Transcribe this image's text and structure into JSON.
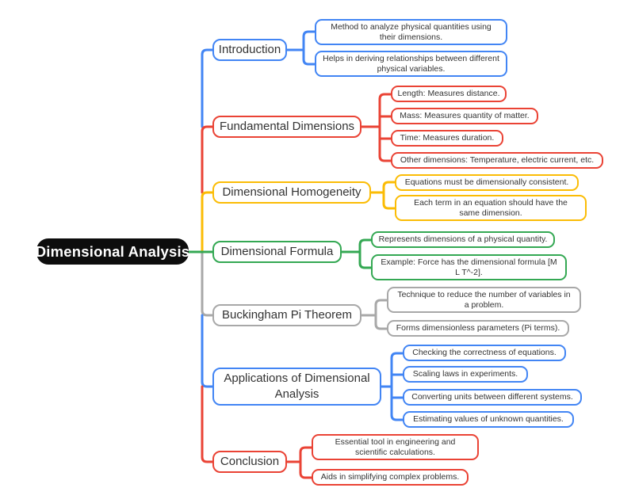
{
  "palette": {
    "blue": "#4285F4",
    "red": "#EA4335",
    "yellow": "#FBBC05",
    "green": "#34A853",
    "gray": "#A8A8A8",
    "text": "#333333",
    "root-bg": "#0d0d0d",
    "root-text": "#ffffff",
    "background": "#ffffff"
  },
  "diagram": {
    "root": {
      "label": "Dimensional Analysis"
    },
    "branches": [
      {
        "label": "Introduction",
        "color": "blue",
        "children": [
          "Method to analyze physical quantities using their dimensions.",
          "Helps in deriving relationships between different physical variables."
        ]
      },
      {
        "label": "Fundamental Dimensions",
        "color": "red",
        "children": [
          "Length: Measures distance.",
          "Mass: Measures quantity of matter.",
          "Time: Measures duration.",
          "Other dimensions: Temperature, electric current, etc."
        ]
      },
      {
        "label": "Dimensional Homogeneity",
        "color": "yellow",
        "children": [
          "Equations must be dimensionally consistent.",
          "Each term in an equation should have the same dimension."
        ]
      },
      {
        "label": "Dimensional Formula",
        "color": "green",
        "children": [
          "Represents dimensions of a physical quantity.",
          "Example: Force has the dimensional formula [M L T^-2]."
        ]
      },
      {
        "label": "Buckingham Pi Theorem",
        "color": "gray",
        "children": [
          "Technique to reduce the number of variables in a problem.",
          "Forms dimensionless parameters (Pi terms)."
        ]
      },
      {
        "label": "Applications of Dimensional Analysis",
        "color": "blue",
        "children": [
          "Checking the correctness of equations.",
          "Scaling laws in experiments.",
          "Converting units between different systems.",
          "Estimating values of unknown quantities."
        ]
      },
      {
        "label": "Conclusion",
        "color": "red",
        "children": [
          "Essential tool in engineering and scientific calculations.",
          "Aids in simplifying complex problems."
        ]
      }
    ]
  }
}
